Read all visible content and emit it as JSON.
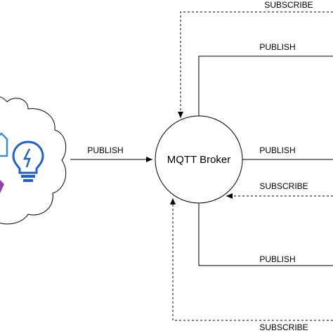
{
  "diagram": {
    "broker": {
      "label": "MQTT Broker"
    },
    "edges": {
      "publish_in": "PUBLISH",
      "subscribe_top": "SUBSCRIBE",
      "publish_top": "PUBLISH",
      "publish_right": "PUBLISH",
      "subscribe_right": "SUBSCRIBE",
      "publish_bottom": "PUBLISH",
      "subscribe_bottom": "SUBSCRIBE"
    },
    "icons": [
      "cloud-icon",
      "house-icon",
      "lightbulb-icon",
      "gem-icon"
    ],
    "colors": {
      "line": "#000000",
      "bulb": "#1f5fc8",
      "house": "#3a8fd6",
      "gem": "#8e44ad"
    }
  }
}
